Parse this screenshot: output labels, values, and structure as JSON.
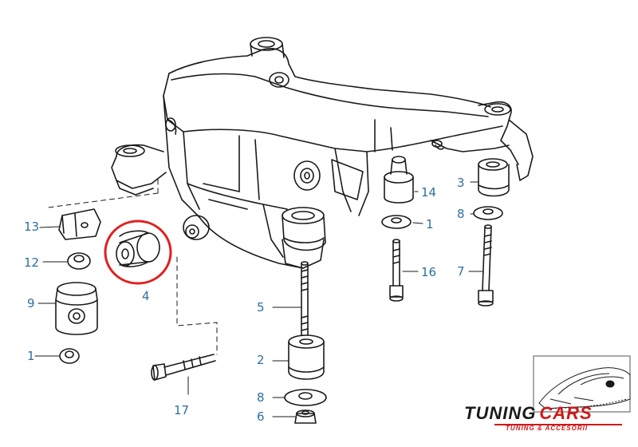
{
  "labels": {
    "l1a": "1",
    "l1b": "1",
    "l2": "2",
    "l3": "3",
    "l4": "4",
    "l5": "5",
    "l6": "6",
    "l7": "7",
    "l8a": "8",
    "l8b": "8",
    "l9": "9",
    "l12": "12",
    "l13": "13",
    "l14": "14",
    "l16": "16",
    "l17": "17"
  },
  "brand": {
    "name_part1": "TUNING",
    "name_part2": "CARS",
    "tagline": "TUNING & ACCESORII"
  },
  "colors": {
    "label": "#2e6f9e",
    "highlight_circle": "#e02020",
    "brand_red": "#d01818",
    "line": "#1a1a1a"
  }
}
